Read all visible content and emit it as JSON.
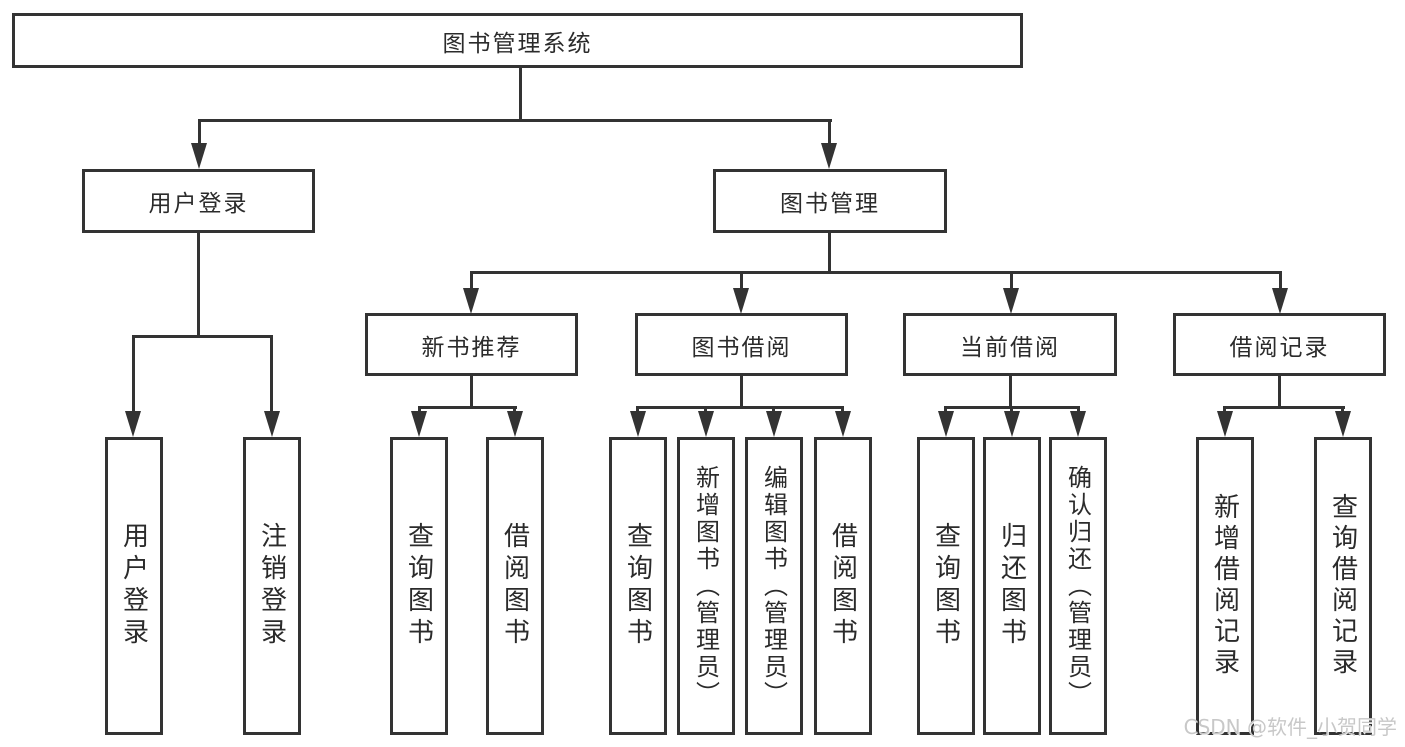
{
  "tree": {
    "root": "图书管理系统",
    "login_branch": {
      "label": "用户登录",
      "leaves": [
        "用户登录",
        "注销登录"
      ]
    },
    "manage_branch": {
      "label": "图书管理",
      "groups": [
        {
          "label": "新书推荐",
          "leaves": [
            "查询图书",
            "借阅图书"
          ]
        },
        {
          "label": "图书借阅",
          "leaves": [
            "查询图书",
            "新增图书（管理员）",
            "编辑图书（管理员）",
            "借阅图书"
          ]
        },
        {
          "label": "当前借阅",
          "leaves": [
            "查询图书",
            "归还图书",
            "确认归还（管理员）"
          ]
        },
        {
          "label": "借阅记录",
          "leaves": [
            "新增借阅记录",
            "查询借阅记录"
          ]
        }
      ]
    }
  },
  "watermark": "CSDN @软件_小贺同学",
  "colors": {
    "line": "#333333",
    "text": "#2b2b2b",
    "bg": "#ffffff",
    "watermark": "#c8c8c8"
  }
}
